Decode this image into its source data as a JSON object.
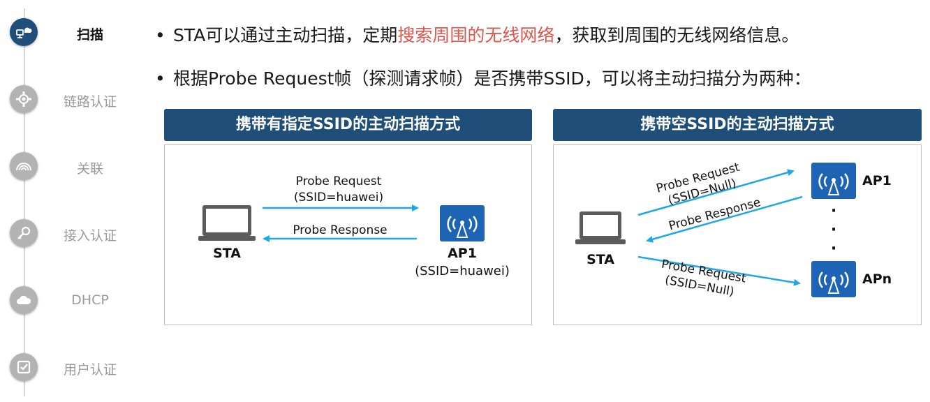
{
  "nav": {
    "items": [
      {
        "label": "扫描",
        "active": true
      },
      {
        "label": "链路认证",
        "active": false
      },
      {
        "label": "关联",
        "active": false
      },
      {
        "label": "接入认证",
        "active": false
      },
      {
        "label": "DHCP",
        "active": false
      },
      {
        "label": "用户认证",
        "active": false
      }
    ]
  },
  "bullets": {
    "b1": {
      "pre": "STA可以通过主动扫描，定期",
      "highlight": "搜索周围的无线网络",
      "post": "，获取到周围的无线网络信息。"
    },
    "b2": {
      "text": "根据Probe Request帧（探测请求帧）是否携带SSID，可以将主动扫描分为两种："
    }
  },
  "colors": {
    "accent": "#1f4e79",
    "highlight": "#e0564d",
    "arrow": "#1ea7e6"
  },
  "left_panel": {
    "title": "携带有指定SSID的主动扫描方式",
    "request_line1": "Probe Request",
    "request_line2": "(SSID=huawei)",
    "response": "Probe Response",
    "sta_label": "STA",
    "ap_label": "AP1",
    "ap_ssid": "(SSID=huawei)"
  },
  "right_panel": {
    "title": "携带空SSID的主动扫描方式",
    "req1_line1": "Probe Request",
    "req1_line2": "(SSID=Null)",
    "response": "Probe Response",
    "req2_line1": "Probe Request",
    "req2_line2": "(SSID=Null)",
    "sta_label": "STA",
    "ap1_label": "AP1",
    "apn_label": "APn",
    "dots": "·"
  }
}
